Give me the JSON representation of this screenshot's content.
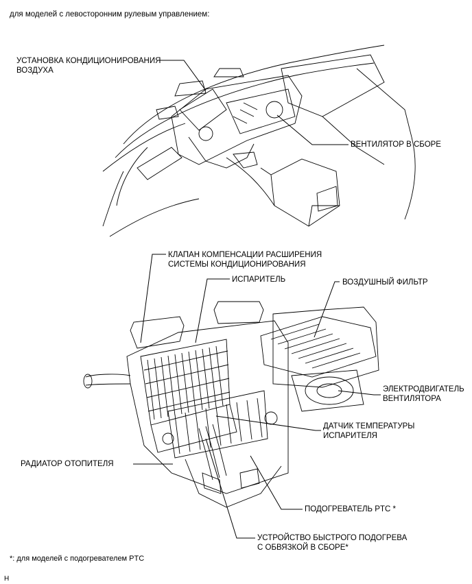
{
  "header_note": "для моделей с левосторонним рулевым управлением:",
  "top_labels": {
    "hvac_unit": [
      "УСТАНОВКА КОНДИЦИОНИРОВАНИЯ",
      "ВОЗДУХА"
    ],
    "blower_assy": "ВЕНТИЛЯТОР В СБОРЕ"
  },
  "detail_labels": {
    "expansion_valve": [
      "КЛАПАН КОМПЕНСАЦИИ РАСШИРЕНИЯ",
      "СИСТЕМЫ КОНДИЦИОНИРОВАНИЯ"
    ],
    "evaporator": "ИСПАРИТЕЛЬ",
    "air_filter": "ВОЗДУШНЫЙ ФИЛЬТР",
    "blower_motor": [
      "ЭЛЕКТРОДВИГАТЕЛЬ",
      "ВЕНТИЛЯТОРА"
    ],
    "evap_temp_sensor": [
      "ДАТЧИК ТЕМПЕРАТУРЫ",
      "ИСПАРИТЕЛЯ"
    ],
    "heater_radiator": "РАДИАТОР ОТОПИТЕЛЯ",
    "ptc_heater": "ПОДОГРЕВАТЕЛЬ PTC *",
    "quick_heater": [
      "УСТРОЙСТВО БЫСТРОГО ПОДОГРЕВА",
      "С ОБВЯЗКОЙ В СБОРЕ*"
    ]
  },
  "footnote": "*: для моделей с подогревателем PTC",
  "corner_mark": "H"
}
